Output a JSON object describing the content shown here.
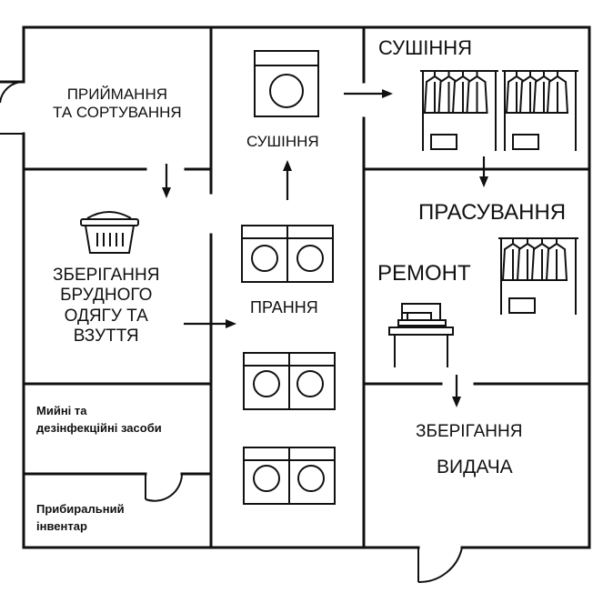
{
  "rooms": {
    "receiving": "ПРИЙМАННЯ\nТА СОРТУВАННЯ",
    "dirty_storage": "ЗБЕРІГАННЯ\nБРУДНОГО\nОДЯГУ ТА\nВЗУТТЯ",
    "detergents": "Мийні та\nдезінфекційні засоби",
    "cleaning": "Прибиральний\nінвентар",
    "drying_center": "СУШІННЯ",
    "washing": "ПРАННЯ",
    "drying_right": "СУШІННЯ",
    "ironing": "ПРАСУВАННЯ",
    "repair": "РЕМОНТ",
    "storage": "ЗБЕРІГАННЯ",
    "issue": "ВИДАЧА"
  },
  "icons": {
    "basket": "laundry-basket-icon",
    "dryer": "dryer-icon",
    "washer": "washing-machine-icon",
    "rack": "clothes-rack-icon",
    "sewing": "sewing-machine-icon"
  },
  "colors": {
    "line": "#111111",
    "background": "#ffffff"
  }
}
